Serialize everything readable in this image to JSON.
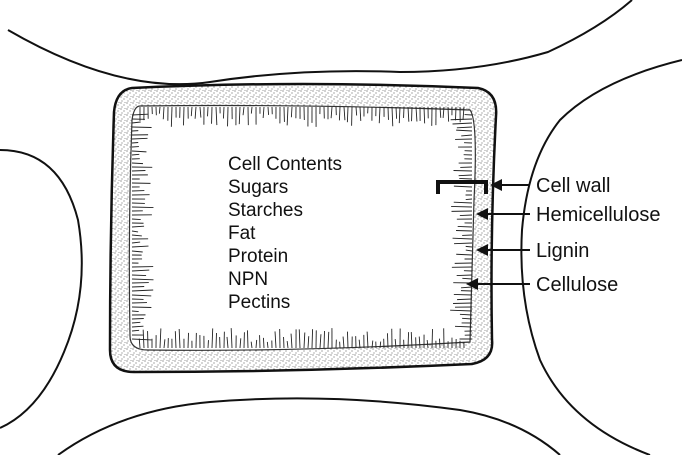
{
  "diagram": {
    "contents_list": [
      "Cell Contents",
      "Sugars",
      "Starches",
      "Fat",
      "Protein",
      "NPN",
      "Pectins"
    ],
    "labels": {
      "cell_wall": "Cell wall",
      "hemicellulose": "Hemicellulose",
      "lignin": "Lignin",
      "cellulose": "Cellulose"
    }
  }
}
